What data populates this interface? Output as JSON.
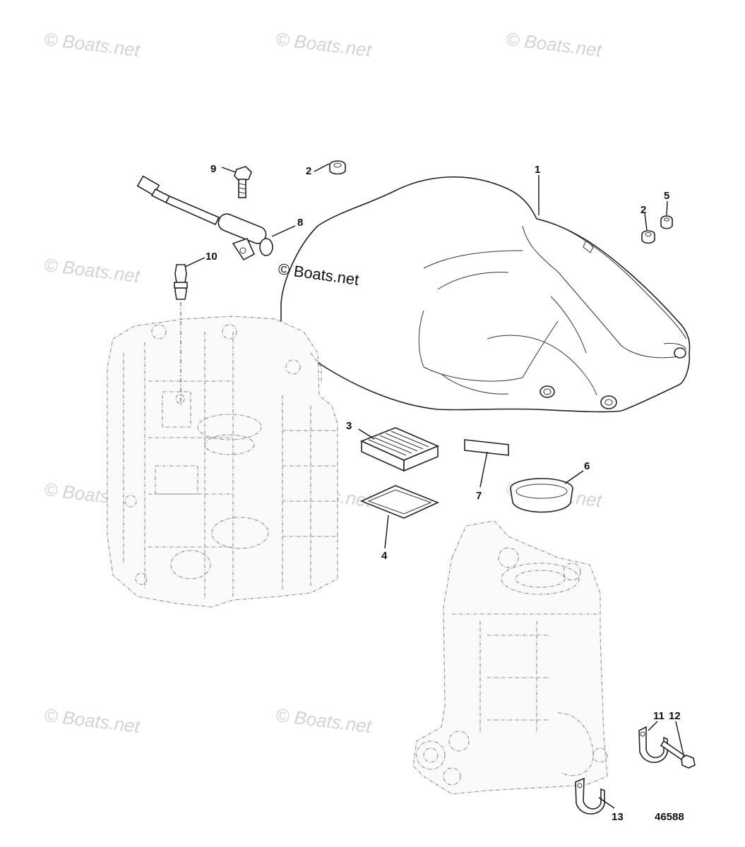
{
  "watermark": {
    "text": "© Boats.net"
  },
  "overlay_mark": {
    "text": "© Boats.net"
  },
  "diagram_number": "46588",
  "callouts": {
    "c1": "1",
    "c2a": "2",
    "c2b": "2",
    "c3": "3",
    "c4": "4",
    "c5": "5",
    "c6": "6",
    "c7": "7",
    "c8": "8",
    "c9": "9",
    "c10": "10",
    "c11": "11",
    "c12": "12",
    "c13": "13"
  }
}
